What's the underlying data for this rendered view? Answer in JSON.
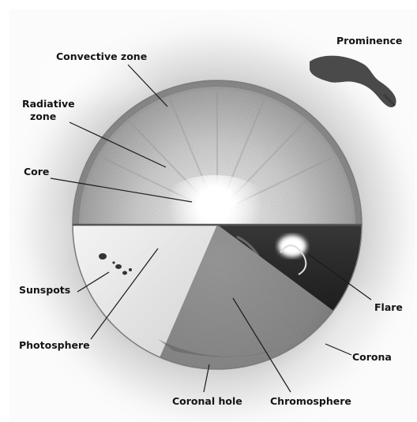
{
  "labels": {
    "prominence": "Prominence",
    "convective_zone": "Convective zone",
    "radiative_zone_line1": "Radiative",
    "radiative_zone_line2": "zone",
    "core": "Core",
    "sunspots": "Sunspots",
    "photosphere": "Photosphere",
    "flare": "Flare",
    "corona": "Corona",
    "coronal_hole": "Coronal hole",
    "chromosphere": "Chromosphere"
  }
}
